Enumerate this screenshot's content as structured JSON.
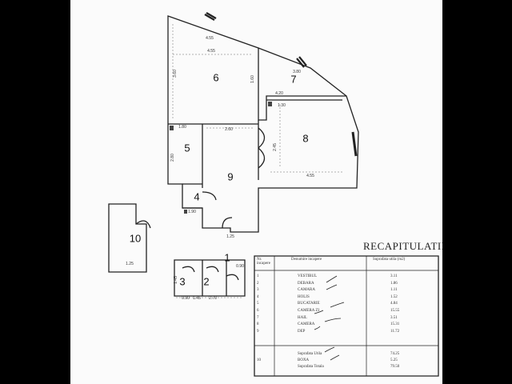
{
  "rooms": [
    {
      "num": "6"
    },
    {
      "num": "7"
    },
    {
      "num": "5"
    },
    {
      "num": "8"
    },
    {
      "num": "9"
    },
    {
      "num": "4"
    },
    {
      "num": "10"
    },
    {
      "num": "1"
    },
    {
      "num": "3"
    },
    {
      "num": "2"
    }
  ],
  "dims": [
    "4.55",
    "4.55",
    "3.60",
    "1.80",
    "2.80",
    "1.60",
    "3.80",
    "2.60",
    "1.90",
    "4.20",
    "1.30",
    "2.45",
    "4.55",
    "1.25",
    "0.90",
    "1.45",
    "2.70",
    "1.25",
    "0.90",
    "1.45"
  ],
  "recap": {
    "title": "RECAPITULATIE",
    "header": {
      "nr": "Nr. incapere",
      "name": "Denumire incapere",
      "area": "Suprafata utila (m2)"
    },
    "rows": [
      {
        "nr": "1",
        "name": "VESTIBUL",
        "area": "3.11"
      },
      {
        "nr": "2",
        "name": "DEBARA",
        "area": "1.86"
      },
      {
        "nr": "3",
        "name": "CAMARA",
        "area": "1.11"
      },
      {
        "nr": "4",
        "name": "HOLIS",
        "area": "1.52"
      },
      {
        "nr": "5",
        "name": "BUCATARIE",
        "area": "4.84"
      },
      {
        "nr": "6",
        "name": "CAMERA ZI",
        "area": "15.55"
      },
      {
        "nr": "7",
        "name": "HAIL",
        "area": "3.51"
      },
      {
        "nr": "8",
        "name": "CAMERA",
        "area": "15.31"
      },
      {
        "nr": "9",
        "name": "DEP",
        "area": "11.72"
      }
    ],
    "totals": [
      {
        "nr": "",
        "name": "Suprafata Utila",
        "area": "74.25"
      },
      {
        "nr": "10",
        "name": "BOXA",
        "area": "5.25"
      },
      {
        "nr": "",
        "name": "Suprafata Totala",
        "area": "79.50"
      }
    ]
  }
}
